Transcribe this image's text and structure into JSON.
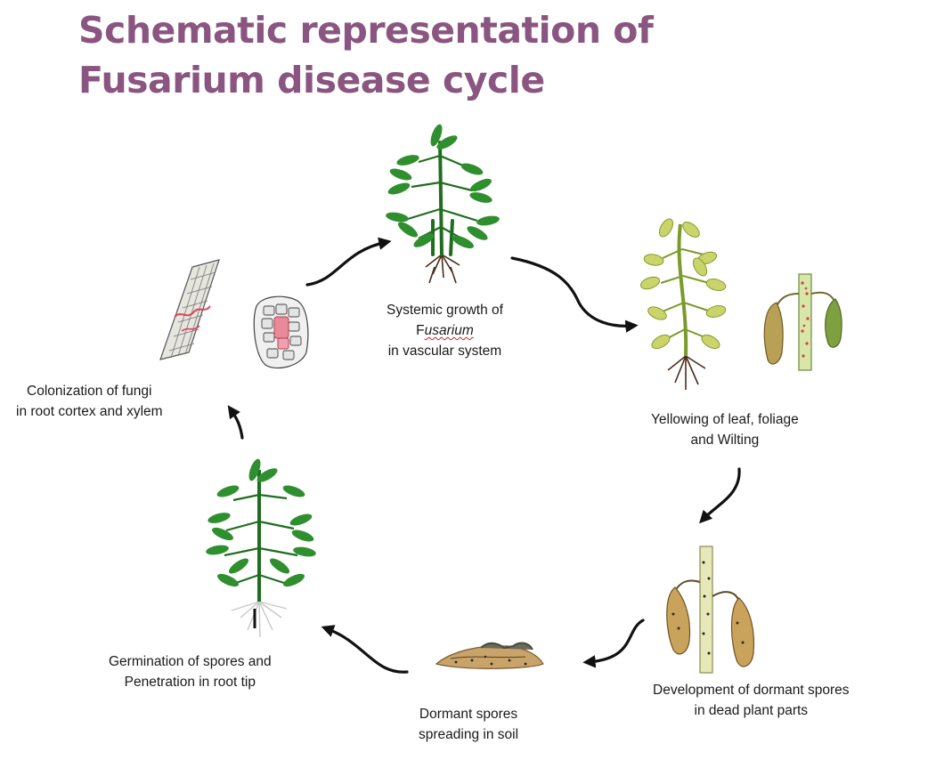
{
  "title": {
    "line1": "Schematic representation of",
    "line2": "Fusarium disease cycle"
  },
  "colors": {
    "title": "#8a5580",
    "leaf_green": "#2f8f2f",
    "stem_green": "#1f6e1f",
    "yellow_leaf": "#c9d46a",
    "wilted": "#b98f3e",
    "arrow": "#111111"
  },
  "stages": {
    "systemic": {
      "line1": "Systemic growth of",
      "line2_pre": "F",
      "line2_italic": "usarium",
      "line3": "in vascular system"
    },
    "yellowing": {
      "line1": "Yellowing of leaf, foliage",
      "line2": "and Wilting"
    },
    "dormant_dev": {
      "line1": "Development of dormant spores",
      "line2": "in dead plant parts"
    },
    "soil": {
      "line1": "Dormant spores",
      "line2": "spreading in soil"
    },
    "germination": {
      "line1": "Germination of spores and",
      "line2": "Penetration in root tip"
    },
    "colonization": {
      "line1": "Colonization of fungi",
      "line2": "in root cortex and xylem"
    }
  },
  "icons": [
    "healthy-plant-icon",
    "yellowing-plant-icon",
    "wilted-stem-icon",
    "dead-plant-parts-icon",
    "soil-spores-icon",
    "seedling-plant-icon",
    "root-tissue-icon",
    "cortex-cells-icon"
  ]
}
